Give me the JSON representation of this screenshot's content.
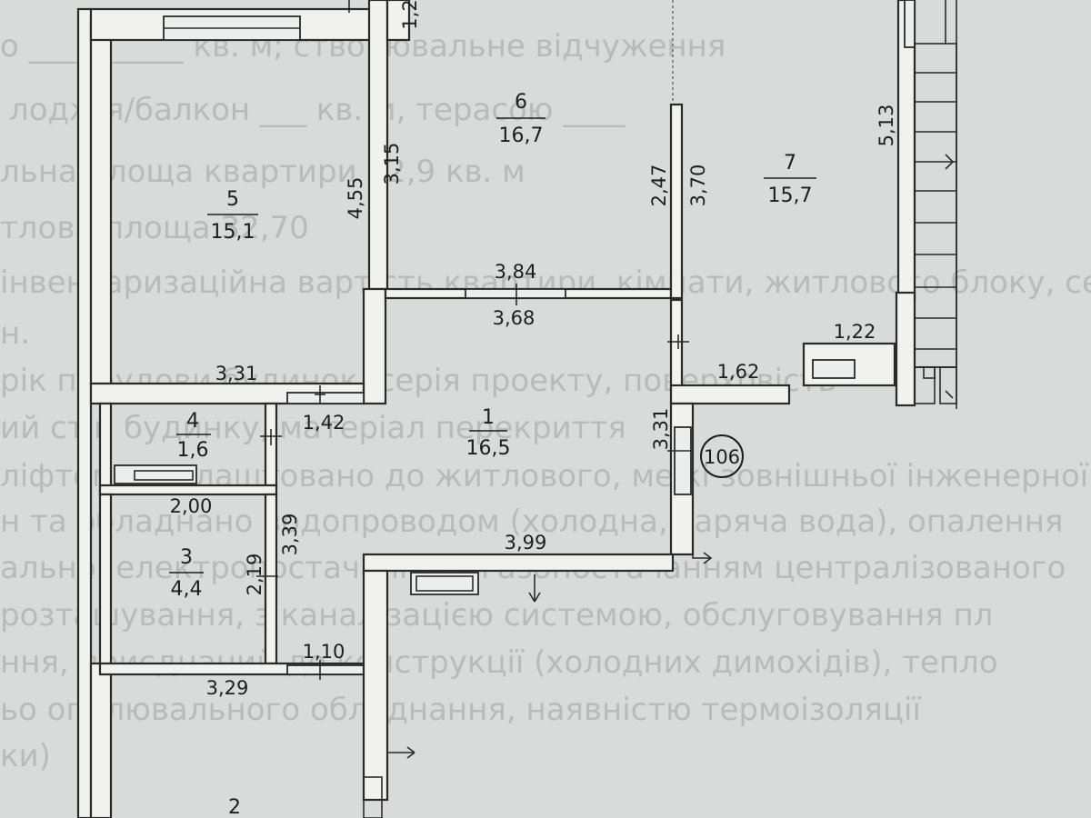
{
  "background_text": [
    "о __________ кв. м; створювальне відчуження",
    "лоджія/балкон ___ кв. м, терасою ____",
    "льна площа квартири 72,9 кв. м",
    "тлова площа 32,70",
    "інвентаризаційна вартість квартири, кімнати, житлового блоку, секції",
    "н.",
    "рік побудови будинок, серія проекту, поверховість",
    "ий стін будинку, матеріал перекриття",
    "ліфтом, прилаштовано до житлового, межі зовнішньої інженерної",
    "н та обладнано водопроводом (холодна, гаряча вода), опалення",
    "ально, електропостачанням, газопостачанням      централізованого",
    "розташування, з каналізацією системою, обслуговування пл",
    "ння, приєднаний до конструкції (холодних димохідів), тепло",
    "ьо опалювального обладнання, наявністю термоізоляції",
    "ки)"
  ],
  "rooms": [
    {
      "id": "room-1",
      "number": "1",
      "area": "16,5"
    },
    {
      "id": "room-2",
      "number": "2",
      "area": ""
    },
    {
      "id": "room-3",
      "number": "3",
      "area": "4,4"
    },
    {
      "id": "room-4",
      "number": "4",
      "area": "1,6"
    },
    {
      "id": "room-5",
      "number": "5",
      "area": "15,1"
    },
    {
      "id": "room-6",
      "number": "6",
      "area": "16,7"
    },
    {
      "id": "room-7",
      "number": "7",
      "area": "15,7"
    }
  ],
  "dimensions": {
    "d_1_2": "1,2",
    "d_4_55": "4,55",
    "d_3_15": "3,15",
    "d_2_47": "2,47",
    "d_3_70": "3,70",
    "d_5_13": "5,13",
    "d_3_84": "3,84",
    "d_3_68": "3,68",
    "d_1_22": "1,22",
    "d_3_31_top": "3,31",
    "d_1_62": "1,62",
    "d_1_42": "1,42",
    "d_3_31_side": "3,31",
    "d_2_00": "2,00",
    "d_3_39": "3,39",
    "d_2_19": "2,19",
    "d_3_99": "3,99",
    "d_1_10": "1,10",
    "d_3_29": "3,29"
  },
  "apartment_number": "106"
}
